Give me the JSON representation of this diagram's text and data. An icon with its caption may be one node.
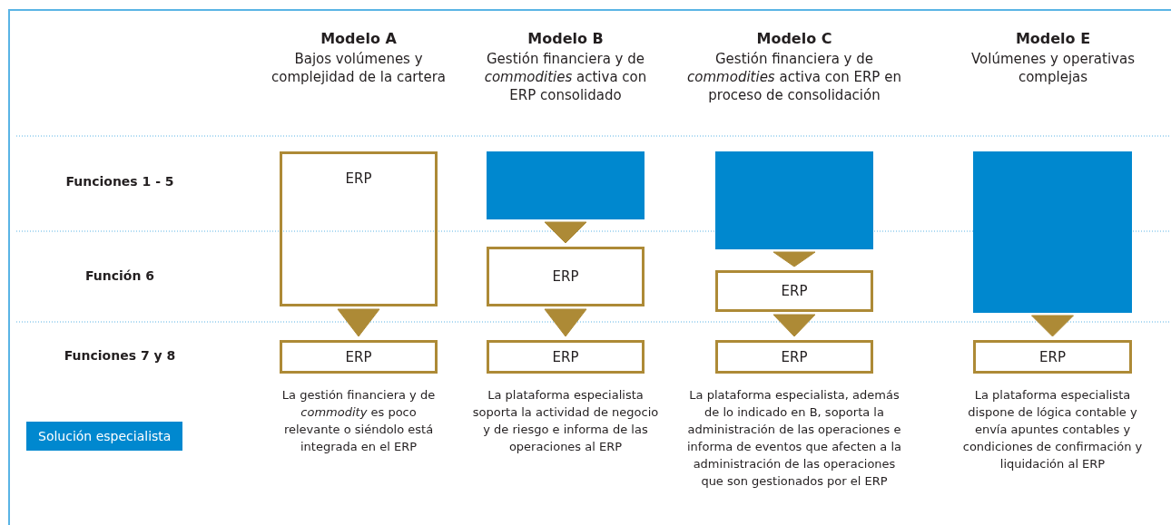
{
  "diagram": {
    "nodes": [
      {
        "text": [
          "ERP"
        ]
      },
      {
        "text": [],
        "shape": "box"
      },
      {
        "text": [],
        "shape": "box"
      },
      {
        "text": [],
        "shape": "box"
      },
      {
        "text": [
          "ERP"
        ]
      },
      {
        "text": [
          "ERP"
        ]
      },
      {
        "text": [
          "ERP"
        ],
        "beside": [
          "La gestión financiera y de *commodity* es poco relevante o siéndolo está integrada en el ERP"
        ]
      },
      {
        "text": [
          "ERP"
        ],
        "beside": [
          "La plataforma especialista soporta la actividad de negocio y de riesgo e informa de las operaciones al ERP"
        ]
      },
      {
        "text": [
          "ERP"
        ],
        "beside": [
          "La plataforma especialista, además de lo indicado en B, soporta la administración de las operaciones e informa de eventos que afecten a la administración de las operaciones que son gestionados por el ERP"
        ]
      },
      {
        "text": [
          "ERP"
        ],
        "beside": [
          "La plataforma especialista dispone de lógica contable y envía apuntes contables y condiciones de confirmación y liquidación al ERP"
        ]
      }
    ],
    "edges": [
      {
        "from": 0,
        "to": 6,
        "arrow": "to"
      },
      {
        "from": 1,
        "to": 4,
        "arrow": "to"
      },
      {
        "from": 4,
        "to": 7,
        "arrow": "to"
      },
      {
        "from": 2,
        "to": 5,
        "arrow": "to"
      },
      {
        "from": 5,
        "to": 8,
        "arrow": "to"
      },
      {
        "from": 3,
        "to": 9,
        "arrow": "to"
      }
    ],
    "labels": [
      "Modelo A",
      "Bajos volúmenes y complejidad de la cartera",
      "Modelo B",
      "Gestión financiera y de *commodities* activa con ERP consolidado",
      "Modelo C",
      "Gestión financiera y de *commodities* activa con ERP en proceso de consolidación",
      "Modelo E",
      "Volúmenes y operativas complejas",
      "Funciones 1 - 5",
      "Función 6",
      "Funciones 7 y 8"
    ],
    "legend": [
      {
        "text": "Solución especialista",
        "color": "#0088cf"
      }
    ]
  }
}
